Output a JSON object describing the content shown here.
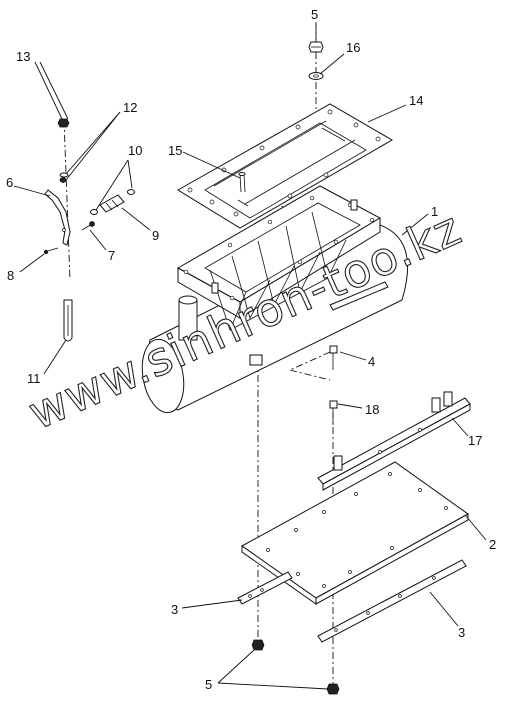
{
  "watermark": "www.sinhron-too.kz",
  "callouts": [
    {
      "id": "c5a",
      "text": "5"
    },
    {
      "id": "c16",
      "text": "16"
    },
    {
      "id": "c14",
      "text": "14"
    },
    {
      "id": "c13",
      "text": "13"
    },
    {
      "id": "c12",
      "text": "12"
    },
    {
      "id": "c10",
      "text": "10"
    },
    {
      "id": "c15",
      "text": "15"
    },
    {
      "id": "c1",
      "text": "1"
    },
    {
      "id": "c6",
      "text": "6"
    },
    {
      "id": "c9",
      "text": "9"
    },
    {
      "id": "c7",
      "text": "7"
    },
    {
      "id": "c8",
      "text": "8"
    },
    {
      "id": "c4",
      "text": "4"
    },
    {
      "id": "c11",
      "text": "11"
    },
    {
      "id": "c18",
      "text": "18"
    },
    {
      "id": "c17",
      "text": "17"
    },
    {
      "id": "c2",
      "text": "2"
    },
    {
      "id": "c3a",
      "text": "3"
    },
    {
      "id": "c3b",
      "text": "3"
    },
    {
      "id": "c5b",
      "text": "5"
    }
  ]
}
